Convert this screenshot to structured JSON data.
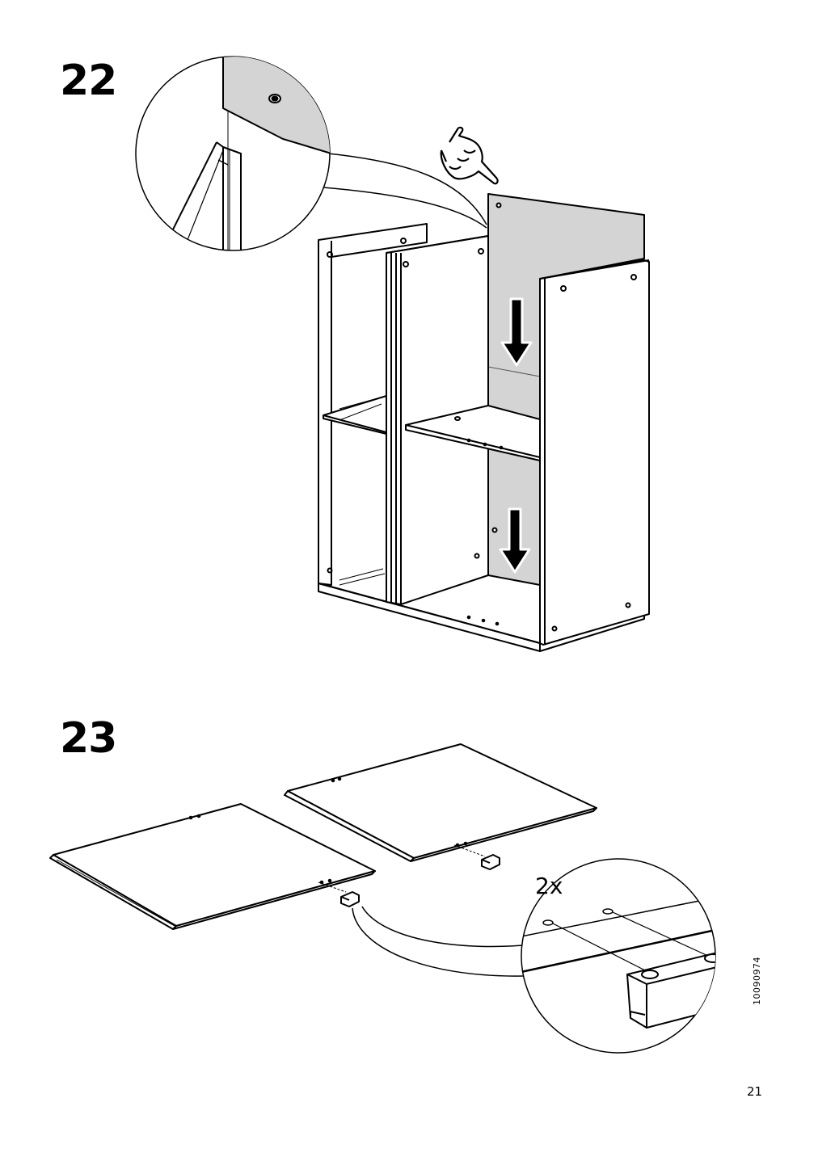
{
  "steps": [
    {
      "number": "22"
    },
    {
      "number": "23",
      "quantity_label": "2x"
    }
  ],
  "doc_id": "10090974",
  "page_number": "21",
  "colors": {
    "line": "#000000",
    "panel_grey": "#d4d4d4",
    "background": "#ffffff"
  },
  "icons": [
    "pointing-hand-icon",
    "down-arrow-icon"
  ]
}
